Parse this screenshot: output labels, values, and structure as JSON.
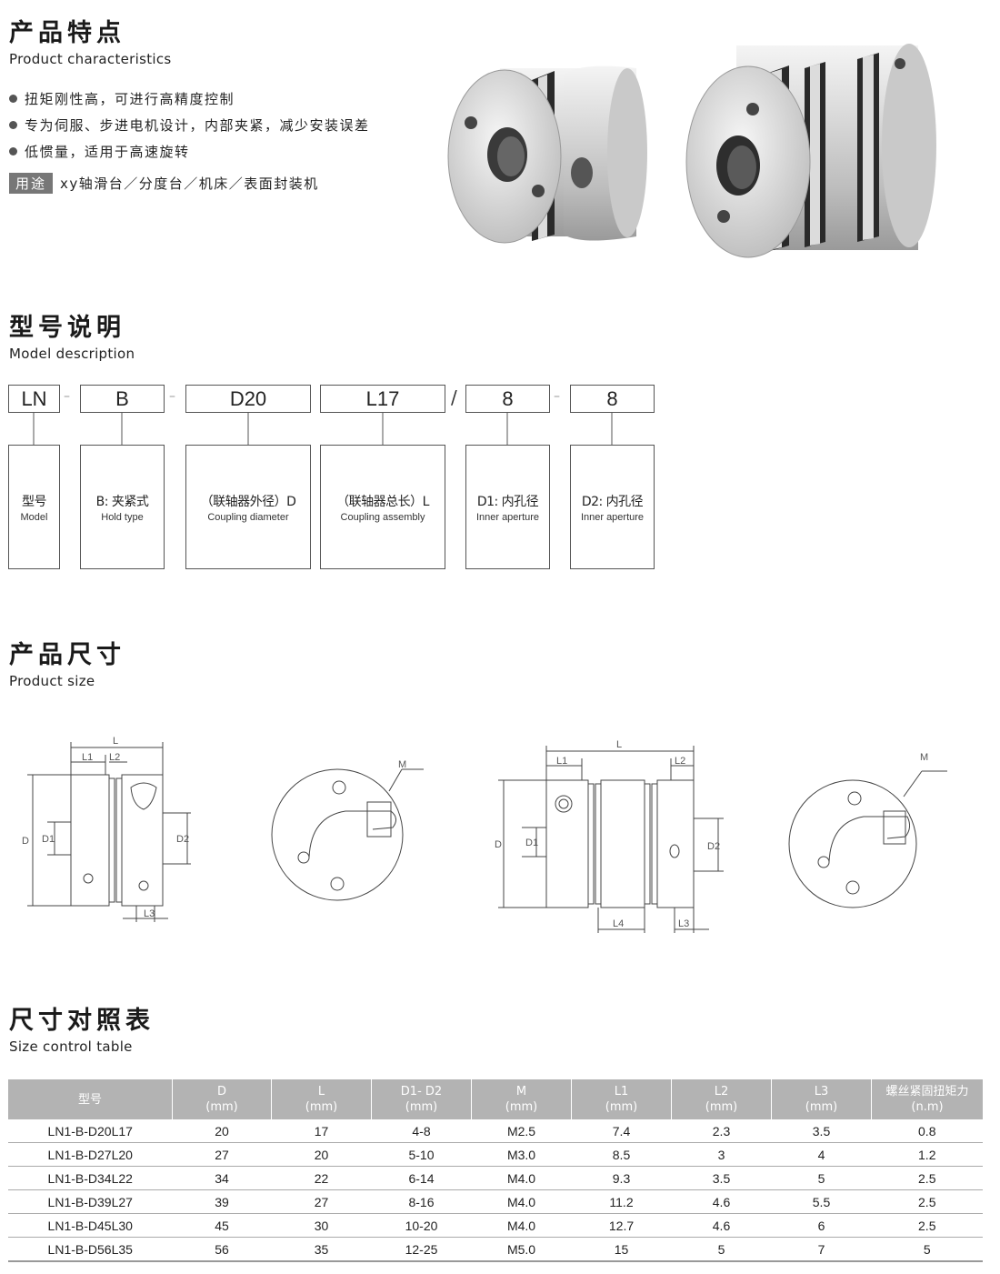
{
  "features": {
    "title_cn": "产品特点",
    "title_en": "Product characteristics",
    "bullets": [
      "扭矩刚性高，可进行高精度控制",
      "专为伺服、步进电机设计，内部夹紧，减少安装误差",
      "低惯量，适用于高速旋转"
    ],
    "usage_tag": "用途",
    "usage_text": "xy轴滑台／分度台／机床／表面封装机"
  },
  "model": {
    "title_cn": "型号说明",
    "title_en": "Model description",
    "codes": [
      "LN",
      "B",
      "D20",
      "L17",
      "8",
      "8"
    ],
    "slash": "/",
    "descriptions": [
      {
        "cn": "型号",
        "en": "Model"
      },
      {
        "cn": "B: 夹紧式",
        "en": "Hold type"
      },
      {
        "cn": "（联轴器外径）D",
        "en": "Coupling diameter"
      },
      {
        "cn": "（联轴器总长）L",
        "en": "Coupling assembly"
      },
      {
        "cn": "D1: 内孔径",
        "en": "Inner aperture"
      },
      {
        "cn": "D2: 内孔径",
        "en": "Inner aperture"
      }
    ]
  },
  "size": {
    "title_cn": "产品尺寸",
    "title_en": "Product size",
    "labels": {
      "L": "L",
      "L1": "L1",
      "L2": "L2",
      "L3": "L3",
      "L4": "L4",
      "D": "D",
      "D1": "D1",
      "D2": "D2",
      "M": "M"
    }
  },
  "table": {
    "title_cn": "尺寸对照表",
    "title_en": "Size control table",
    "headers": [
      {
        "top": "型号",
        "unit": ""
      },
      {
        "top": "D",
        "unit": "(mm)"
      },
      {
        "top": "L",
        "unit": "(mm)"
      },
      {
        "top": "D1- D2",
        "unit": "(mm)"
      },
      {
        "top": "M",
        "unit": "(mm)"
      },
      {
        "top": "L1",
        "unit": "(mm)"
      },
      {
        "top": "L2",
        "unit": "(mm)"
      },
      {
        "top": "L3",
        "unit": "(mm)"
      },
      {
        "top": "螺丝紧固扭矩力",
        "unit": "(n.m)"
      }
    ],
    "rows": [
      [
        "LN1-B-D20L17",
        "20",
        "17",
        "4-8",
        "M2.5",
        "7.4",
        "2.3",
        "3.5",
        "0.8"
      ],
      [
        "LN1-B-D27L20",
        "27",
        "20",
        "5-10",
        "M3.0",
        "8.5",
        "3",
        "4",
        "1.2"
      ],
      [
        "LN1-B-D34L22",
        "34",
        "22",
        "6-14",
        "M4.0",
        "9.3",
        "3.5",
        "5",
        "2.5"
      ],
      [
        "LN1-B-D39L27",
        "39",
        "27",
        "8-16",
        "M4.0",
        "11.2",
        "4.6",
        "5.5",
        "2.5"
      ],
      [
        "LN1-B-D45L30",
        "45",
        "30",
        "10-20",
        "M4.0",
        "12.7",
        "4.6",
        "6",
        "2.5"
      ],
      [
        "LN1-B-D56L35",
        "56",
        "35",
        "12-25",
        "M5.0",
        "15",
        "5",
        "7",
        "5"
      ]
    ]
  }
}
